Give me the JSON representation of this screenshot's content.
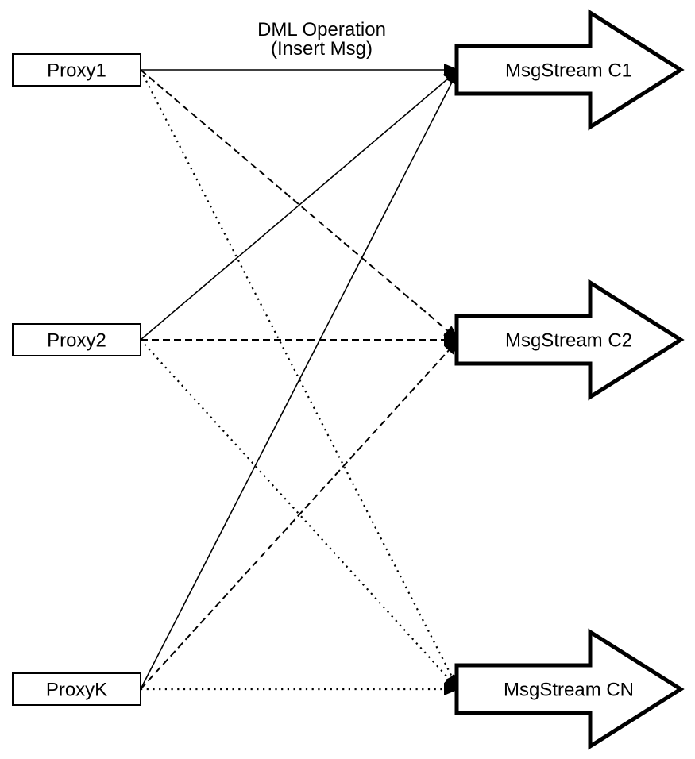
{
  "diagram": {
    "background_color": "#ffffff",
    "line_color": "#000000",
    "node_fill_color": "#ffffff",
    "title": {
      "line1": "DML Operation",
      "line2": "(Insert Msg)"
    },
    "proxies": [
      {
        "label": "Proxy1"
      },
      {
        "label": "Proxy2"
      },
      {
        "label": "ProxyK"
      }
    ],
    "streams": [
      {
        "label": "MsgStream C1"
      },
      {
        "label": "MsgStream C2"
      },
      {
        "label": "MsgStream CN"
      }
    ],
    "edges": [
      {
        "from": "Proxy1",
        "to": "MsgStream C1",
        "line_style": "solid"
      },
      {
        "from": "Proxy2",
        "to": "MsgStream C1",
        "line_style": "solid"
      },
      {
        "from": "ProxyK",
        "to": "MsgStream C1",
        "line_style": "solid"
      },
      {
        "from": "Proxy1",
        "to": "MsgStream C2",
        "line_style": "dashed"
      },
      {
        "from": "Proxy2",
        "to": "MsgStream C2",
        "line_style": "dashed"
      },
      {
        "from": "ProxyK",
        "to": "MsgStream C2",
        "line_style": "dashed"
      },
      {
        "from": "Proxy1",
        "to": "MsgStream CN",
        "line_style": "dotted"
      },
      {
        "from": "Proxy2",
        "to": "MsgStream CN",
        "line_style": "dotted"
      },
      {
        "from": "ProxyK",
        "to": "MsgStream CN",
        "line_style": "dotted"
      }
    ]
  }
}
